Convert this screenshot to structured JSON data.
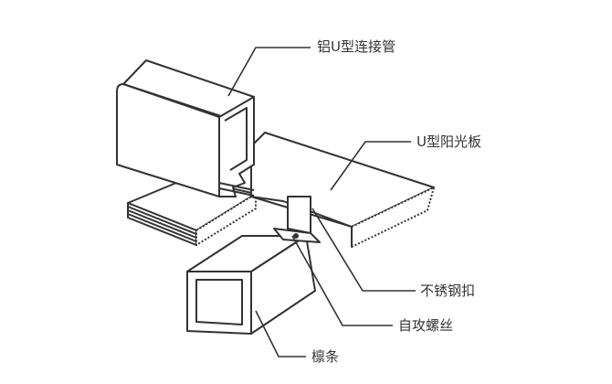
{
  "labels": {
    "connector": "铝U型连接管",
    "panel": "U型阳光板",
    "clip": "不锈钢扣",
    "screw": "自攻螺丝",
    "purlin": "檩条"
  },
  "colors": {
    "line": "#333333",
    "text": "#333333"
  }
}
